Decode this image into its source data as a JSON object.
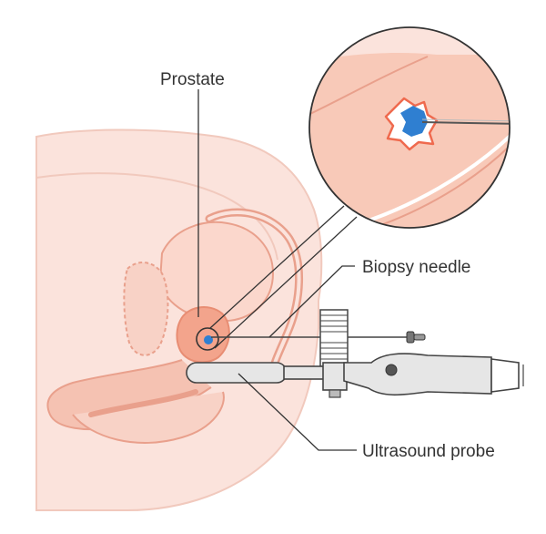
{
  "labels": {
    "prostate": "Prostate",
    "biopsy_needle": "Biopsy needle",
    "ultrasound_probe": "Ultrasound probe"
  },
  "colors": {
    "tissue_light": "#fbe3dc",
    "tissue_mid": "#f5c2b2",
    "tissue_line": "#e9a08c",
    "prostate": "#f3a48c",
    "lesion": "#ef6a4e",
    "biopsy_sample": "#2f7fd1",
    "probe_fill": "#e6e6e6",
    "probe_stroke": "#444444",
    "leader_line": "#333333"
  }
}
